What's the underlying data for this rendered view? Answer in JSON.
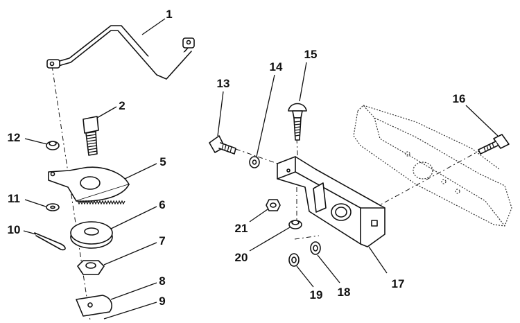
{
  "callouts": [
    "1",
    "2",
    "5",
    "6",
    "7",
    "8",
    "9",
    "10",
    "11",
    "12",
    "13",
    "14",
    "15",
    "16",
    "17",
    "18",
    "19",
    "20",
    "21"
  ]
}
